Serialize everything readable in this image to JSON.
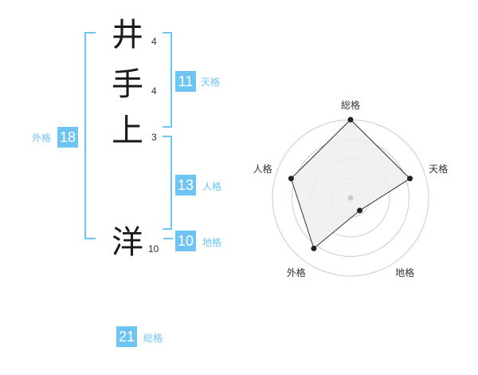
{
  "name": {
    "characters": [
      {
        "char": "井",
        "strokes": "4"
      },
      {
        "char": "手",
        "strokes": "4"
      },
      {
        "char": "上",
        "strokes": "3"
      },
      {
        "char": "洋",
        "strokes": "10"
      }
    ]
  },
  "fortune": {
    "tenkaku": {
      "value": "11",
      "label": "天格"
    },
    "jinkaku": {
      "value": "13",
      "label": "人格"
    },
    "chikaku": {
      "value": "10",
      "label": "地格"
    },
    "gaikaku": {
      "value": "18",
      "label": "外格"
    },
    "soukaku": {
      "value": "21",
      "label": "総格"
    }
  },
  "chart_data": {
    "type": "radar",
    "axes": [
      "総格",
      "天格",
      "地格",
      "外格",
      "人格"
    ],
    "values": [
      5,
      4,
      1,
      4,
      4
    ],
    "rmax": 5,
    "rings": 4,
    "colors": {
      "fill": "#efefef",
      "stroke": "#333333",
      "ring": "#cccccc",
      "point": "#222222",
      "center": "#cccccc"
    }
  }
}
